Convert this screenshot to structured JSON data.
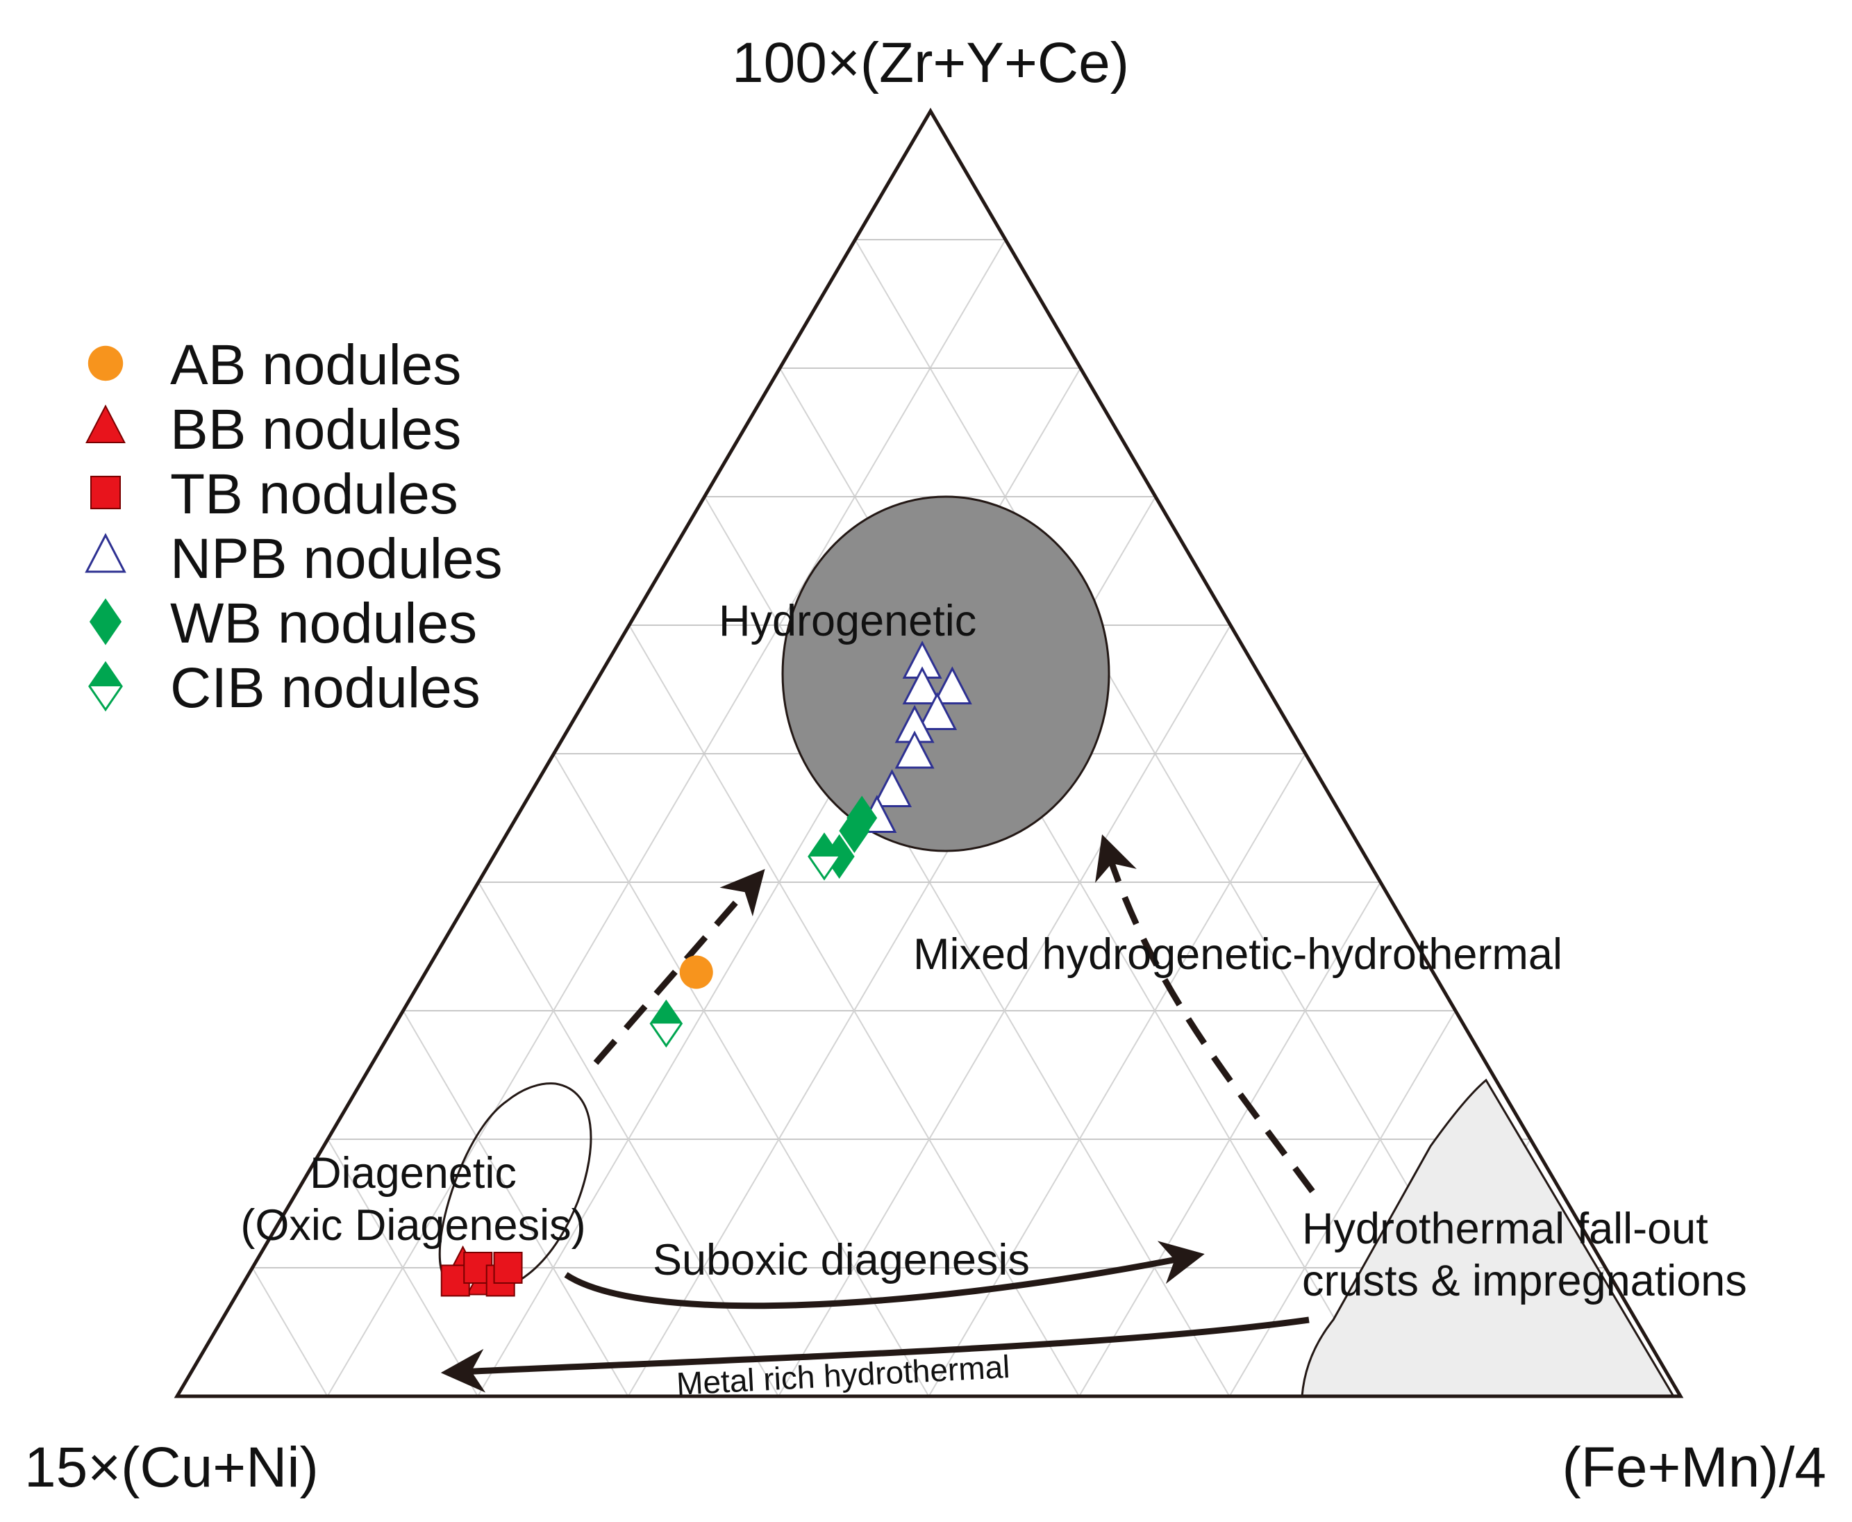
{
  "chart_data": {
    "type": "ternary-scatter",
    "apex_labels": {
      "top": "100×(Zr+Y+Ce)",
      "left": "15×(Cu+Ni)",
      "right": "(Fe+Mn)/4"
    },
    "grid_step": 0.1,
    "legend": [
      {
        "name": "AB nodules",
        "marker": "circle",
        "color": "#f7941d"
      },
      {
        "name": "BB nodules",
        "marker": "triangle",
        "color": "#e8141c"
      },
      {
        "name": "TB nodules",
        "marker": "square",
        "color": "#e8141c"
      },
      {
        "name": "NPB nodules",
        "marker": "triangle-open",
        "color": "#2e3192"
      },
      {
        "name": "WB nodules",
        "marker": "diamond",
        "color": "#00a650"
      },
      {
        "name": "CIB nodules",
        "marker": "diamond-half",
        "color": "#00a650"
      }
    ],
    "series": [
      {
        "name": "AB nodules",
        "points": [
          {
            "top": 0.33,
            "left": 0.49,
            "right": 0.18
          }
        ]
      },
      {
        "name": "BB nodules",
        "points": [
          {
            "top": 0.1,
            "left": 0.76,
            "right": 0.14
          },
          {
            "top": 0.09,
            "left": 0.75,
            "right": 0.16
          }
        ]
      },
      {
        "name": "TB nodules",
        "points": [
          {
            "top": 0.09,
            "left": 0.77,
            "right": 0.14
          },
          {
            "top": 0.1,
            "left": 0.75,
            "right": 0.15
          },
          {
            "top": 0.09,
            "left": 0.74,
            "right": 0.17
          },
          {
            "top": 0.1,
            "left": 0.73,
            "right": 0.17
          }
        ]
      },
      {
        "name": "NPB nodules",
        "points": [
          {
            "top": 0.57,
            "left": 0.22,
            "right": 0.21
          },
          {
            "top": 0.55,
            "left": 0.23,
            "right": 0.22
          },
          {
            "top": 0.55,
            "left": 0.21,
            "right": 0.24
          },
          {
            "top": 0.53,
            "left": 0.23,
            "right": 0.24
          },
          {
            "top": 0.52,
            "left": 0.25,
            "right": 0.23
          },
          {
            "top": 0.5,
            "left": 0.26,
            "right": 0.24
          },
          {
            "top": 0.47,
            "left": 0.29,
            "right": 0.24
          },
          {
            "top": 0.45,
            "left": 0.31,
            "right": 0.24
          }
        ]
      },
      {
        "name": "WB nodules",
        "points": [
          {
            "top": 0.44,
            "left": 0.33,
            "right": 0.23
          },
          {
            "top": 0.45,
            "left": 0.32,
            "right": 0.23
          },
          {
            "top": 0.42,
            "left": 0.35,
            "right": 0.23
          }
        ]
      },
      {
        "name": "CIB nodules",
        "points": [
          {
            "top": 0.42,
            "left": 0.36,
            "right": 0.22
          },
          {
            "top": 0.29,
            "left": 0.53,
            "right": 0.18
          }
        ]
      }
    ],
    "regions": [
      {
        "name": "hydrogenetic",
        "label": "Hydrogenetic",
        "fill": "#8c8c8c"
      },
      {
        "name": "diagenetic",
        "label": "Diagenetic\n(Oxic Diagenesis)",
        "fill": "none"
      },
      {
        "name": "hydrothermal",
        "label": "Hydrothermal fall-out\ncrusts & impregnations",
        "fill": "#ededed"
      },
      {
        "name": "mixed",
        "label": "Mixed hydrogenetic-hydrothermal",
        "fill": "none"
      }
    ],
    "arrows": [
      {
        "name": "suboxic-diagenesis",
        "label": "Suboxic diagenesis",
        "style": "solid"
      },
      {
        "name": "metal-rich-hydrothermal",
        "label": "Metal rich hydrothermal",
        "style": "solid"
      },
      {
        "name": "diagenetic-to-hydrogenetic",
        "label": "",
        "style": "dashed"
      },
      {
        "name": "hydrothermal-to-hydrogenetic",
        "label": "",
        "style": "dashed"
      }
    ]
  }
}
